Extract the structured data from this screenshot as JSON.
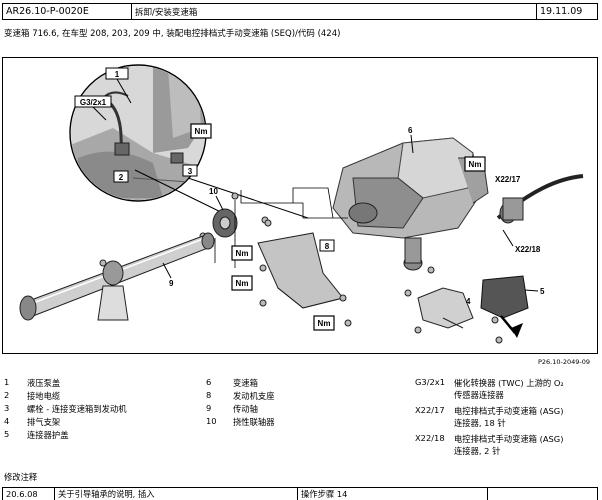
{
  "header": {
    "doc_id": "AR26.10-P-0020E",
    "title": "拆卸/安装变速箱",
    "date": "19.11.09"
  },
  "subtitle": "变速箱   716.6, 在车型 208, 203, 209 中, 装配电控排档式手动变速箱 (SEQ)/代码 (424)",
  "figure": {
    "ref": "P26.10-2049-09",
    "callouts": {
      "c1": "1",
      "c2": "2",
      "c3": "3",
      "c4": "4",
      "c5": "5",
      "c6": "6",
      "c8": "8",
      "c9": "9",
      "c10": "10",
      "g3": "G3/2x1",
      "x17": "X22/17",
      "x18": "X22/18",
      "nm": "Nm"
    }
  },
  "legend": {
    "col1": [
      {
        "num": "1",
        "text": "液压泵盖"
      },
      {
        "num": "2",
        "text": "接地电缆"
      },
      {
        "num": "3",
        "text": "螺栓 - 连接变速箱到发动机"
      },
      {
        "num": "4",
        "text": "排气支架"
      },
      {
        "num": "5",
        "text": "连接器护盖"
      }
    ],
    "col2": [
      {
        "num": "6",
        "text": "变速箱"
      },
      {
        "num": "8",
        "text": "发动机支座"
      },
      {
        "num": "9",
        "text": "传动轴"
      },
      {
        "num": "10",
        "text": "挠性联轴器"
      }
    ],
    "col3": [
      {
        "num": "G3/2x1",
        "line1": "催化转换器 (TWC) 上游的 O₂",
        "line2": "传感器连接器"
      },
      {
        "num": "X22/17",
        "line1": "电控排档式手动变速箱 (ASG)",
        "line2": "连接器, 18 针"
      },
      {
        "num": "X22/18",
        "line1": "电控排档式手动变速箱 (ASG)",
        "line2": "连接器, 2 针"
      }
    ]
  },
  "notes": {
    "title": "修改注释",
    "date": "20.6.08",
    "desc": "关于引导轴承的说明, 插入",
    "step": "操作步骤 14"
  }
}
